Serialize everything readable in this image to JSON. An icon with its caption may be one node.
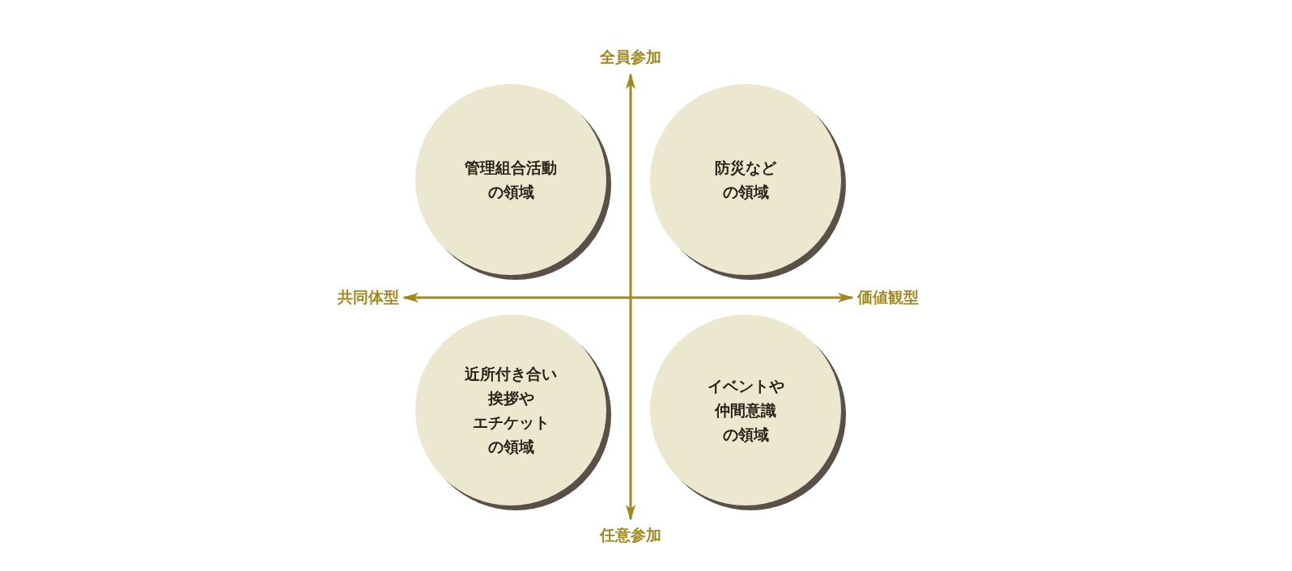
{
  "diagram": {
    "nodes": [
      {
        "text": [
          "管理組合活動の領域"
        ]
      },
      {
        "text": [
          "防災などの領域"
        ]
      },
      {
        "text": [
          "近所付き合い挨拶やエチケットの領域"
        ]
      },
      {
        "text": [
          "イベントや仲間意識の領域"
        ]
      },
      {
        "text": [
          "全員参加"
        ]
      },
      {
        "text": [
          "共同体型"
        ]
      },
      {
        "text": [
          "価値観型"
        ]
      },
      {
        "text": [
          "任意参加"
        ]
      }
    ],
    "edges": [
      {
        "from": null,
        "to": 4,
        "arrow": "to"
      },
      {
        "from": null,
        "to": 5,
        "arrow": "to"
      },
      {
        "from": null,
        "to": 6,
        "arrow": "to"
      },
      {
        "from": null,
        "to": 7,
        "arrow": "to"
      }
    ]
  }
}
